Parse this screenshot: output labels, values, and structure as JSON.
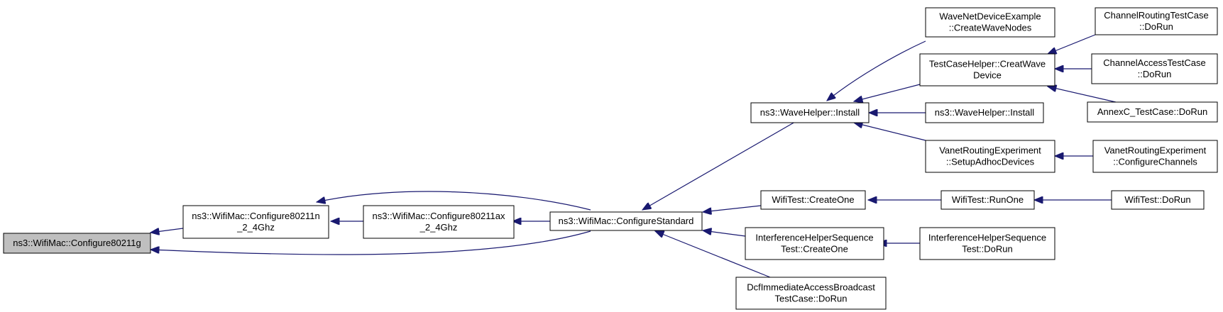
{
  "colors": {
    "edge": "#191970",
    "root_fill": "#bfbfbf",
    "node_fill": "#ffffff",
    "border": "#000000"
  },
  "nodes": [
    {
      "id": "configure80211g",
      "lines": [
        "ns3::WifiMac::Configure80211g"
      ],
      "root": true
    },
    {
      "id": "configure80211n_2_4ghz",
      "lines": [
        "ns3::WifiMac::Configure80211n",
        "_2_4Ghz"
      ]
    },
    {
      "id": "configure80211ax_2_4ghz",
      "lines": [
        "ns3::WifiMac::Configure80211ax",
        "_2_4Ghz"
      ]
    },
    {
      "id": "configurestandard",
      "lines": [
        "ns3::WifiMac::ConfigureStandard"
      ]
    },
    {
      "id": "wavehelper-install-a",
      "lines": [
        "ns3::WaveHelper::Install"
      ]
    },
    {
      "id": "wifitest-createone",
      "lines": [
        "WifiTest::CreateOne"
      ]
    },
    {
      "id": "interferencehelper-createone",
      "lines": [
        "InterferenceHelperSequence",
        "Test::CreateOne"
      ]
    },
    {
      "id": "dcfimmediate-dorun",
      "lines": [
        "DcfImmediateAccessBroadcast",
        "TestCase::DoRun"
      ]
    },
    {
      "id": "wavenetdevice-createwavenodes",
      "lines": [
        "WaveNetDeviceExample",
        "::CreateWaveNodes"
      ]
    },
    {
      "id": "testcasehelper-creatwavedevice",
      "lines": [
        "TestCaseHelper::CreatWave",
        "Device"
      ]
    },
    {
      "id": "wavehelper-install-b",
      "lines": [
        "ns3::WaveHelper::Install"
      ]
    },
    {
      "id": "vanetrouting-setupadhocdevices",
      "lines": [
        "VanetRoutingExperiment",
        "::SetupAdhocDevices"
      ]
    },
    {
      "id": "wifitest-runone",
      "lines": [
        "WifiTest::RunOne"
      ]
    },
    {
      "id": "interferencehelper-dorun",
      "lines": [
        "InterferenceHelperSequence",
        "Test::DoRun"
      ]
    },
    {
      "id": "channelrouting-dorun",
      "lines": [
        "ChannelRoutingTestCase",
        "::DoRun"
      ]
    },
    {
      "id": "channelaccess-dorun",
      "lines": [
        "ChannelAccessTestCase",
        "::DoRun"
      ]
    },
    {
      "id": "annexc-dorun",
      "lines": [
        "AnnexC_TestCase::DoRun"
      ]
    },
    {
      "id": "vanetrouting-configurechannels",
      "lines": [
        "VanetRoutingExperiment",
        "::ConfigureChannels"
      ]
    },
    {
      "id": "wifitest-dorun",
      "lines": [
        "WifiTest::DoRun"
      ]
    }
  ]
}
